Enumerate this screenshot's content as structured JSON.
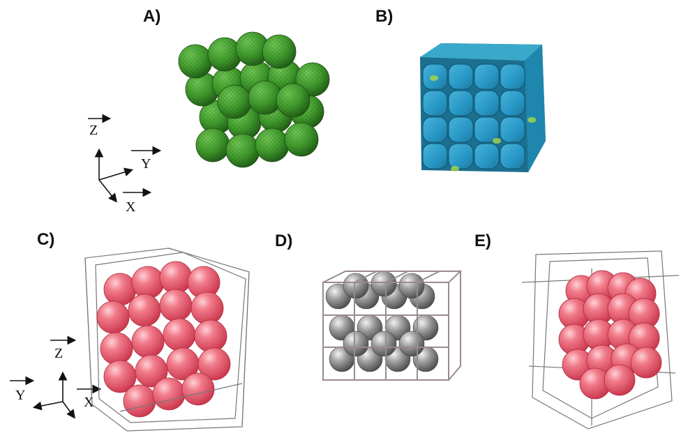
{
  "panels": {
    "a": {
      "label": "A)"
    },
    "b": {
      "label": "B)"
    },
    "c": {
      "label": "C)"
    },
    "d": {
      "label": "D)"
    },
    "e": {
      "label": "E)"
    }
  },
  "axes_top": {
    "z": "Z",
    "y": "Y",
    "x": "X"
  },
  "axes_bottom": {
    "z": "Z",
    "y": "Y",
    "x": "X"
  },
  "colors": {
    "green_sphere": "#3f9a2c",
    "green_dark": "#1e5a14",
    "mesh_blue": "#2aa6d6",
    "mesh_teal": "#2f8fa8",
    "red_sphere": "#e8566a",
    "grey_sphere": "#8a8a8a",
    "frame_line": "#9a8a8a"
  }
}
